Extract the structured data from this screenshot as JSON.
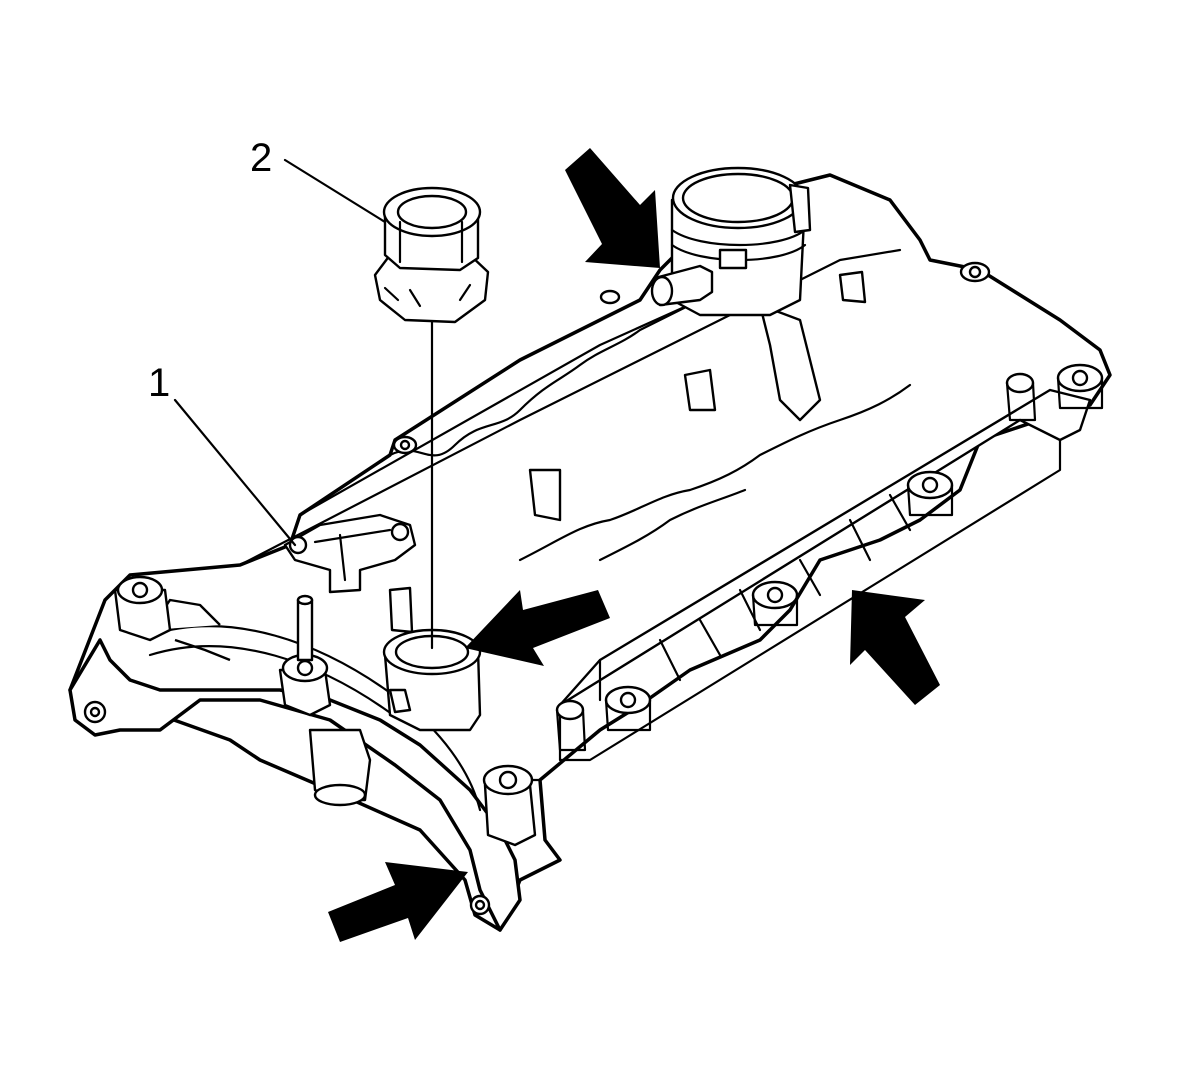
{
  "diagram": {
    "callouts": [
      {
        "id": "1",
        "label": "1"
      },
      {
        "id": "2",
        "label": "2"
      }
    ],
    "arrow_count": 4,
    "colors": {
      "line": "#000000",
      "background": "#ffffff"
    }
  }
}
